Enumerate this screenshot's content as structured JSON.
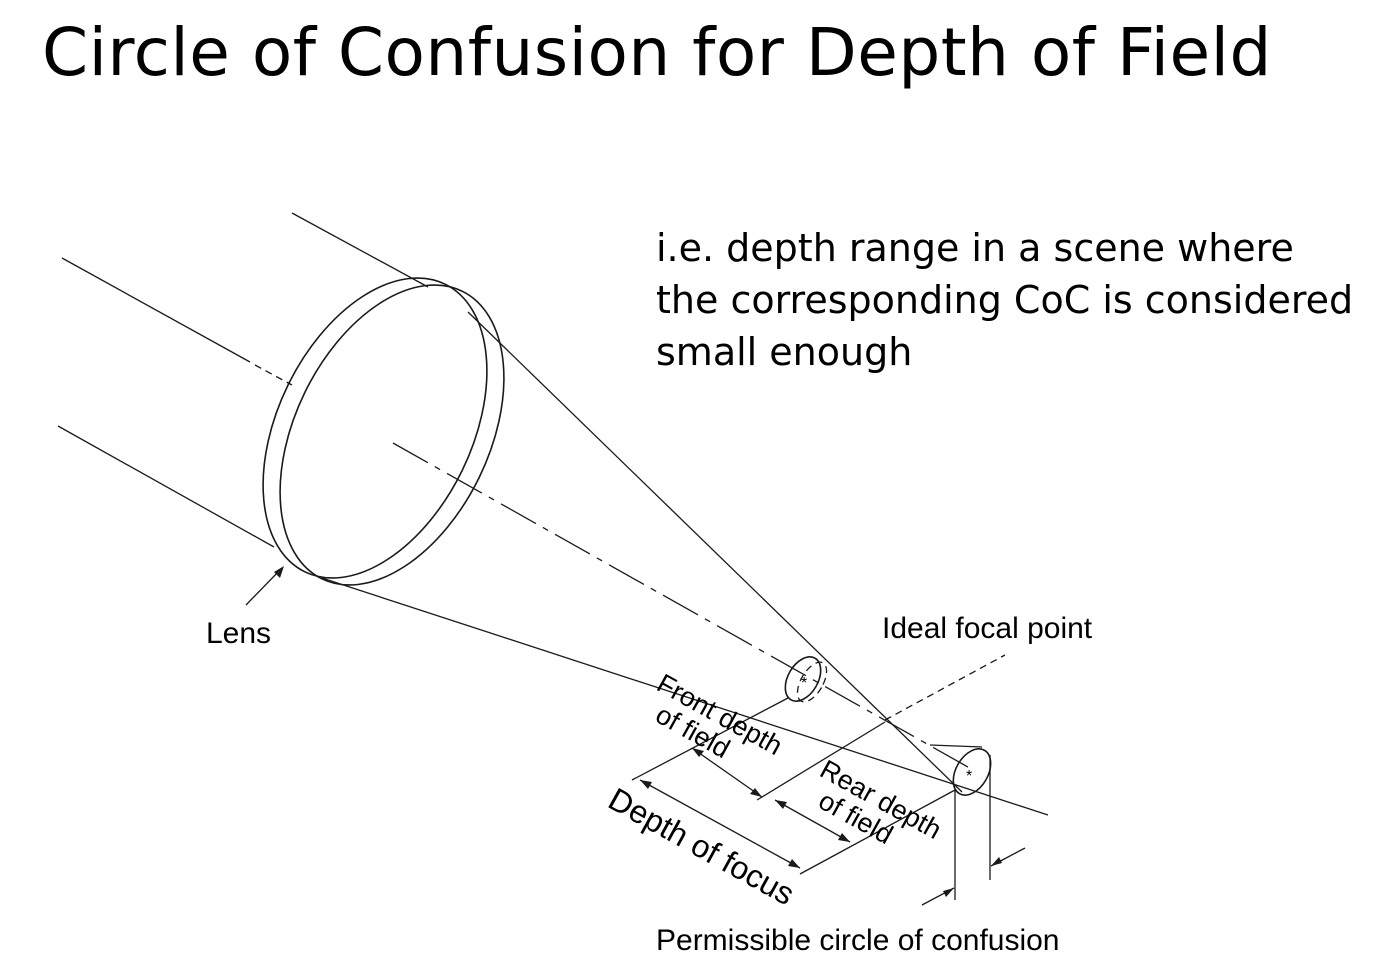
{
  "title": "Circle of Confusion for Depth of Field",
  "explanation": {
    "lines": [
      "i.e. depth range in a scene where",
      "the corresponding CoC is considered",
      "small enough"
    ]
  },
  "diagram": {
    "labels": {
      "lens": "Lens",
      "ideal_focal_point": "Ideal focal point",
      "front_depth_line1": "Front depth",
      "front_depth_line2": "of field",
      "rear_depth_line1": "Rear depth",
      "rear_depth_line2": "of field",
      "depth_of_focus": "Depth of focus",
      "permissible_coc": "Permissible circle of confusion"
    }
  }
}
